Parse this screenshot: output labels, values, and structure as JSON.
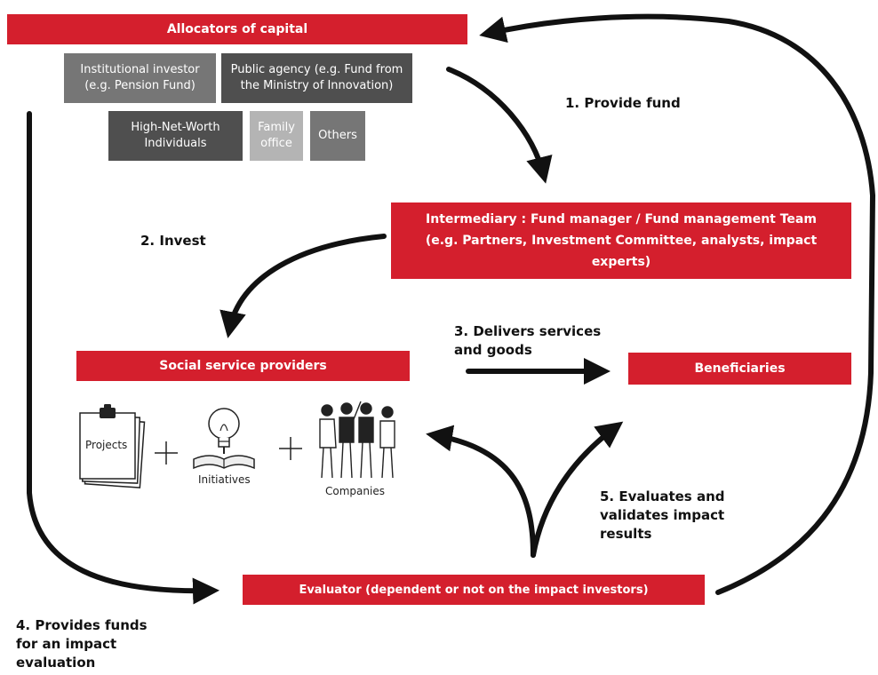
{
  "boxes": {
    "allocators": "Allocators of capital",
    "intermediary": "Intermediary : Fund manager / Fund management Team (e.g. Partners, Investment Committee, analysts, impact experts)",
    "social_providers": "Social service providers",
    "beneficiaries": "Beneficiaries",
    "evaluator": "Evaluator (dependent or not on the impact investors)"
  },
  "investors": {
    "institutional": "Institutional investor\n(e.g. Pension Fund)",
    "public_agency": "Public agency (e.g. Fund from\nthe Ministry of Innovation)",
    "hnwi": "High-Net-Worth\nIndividuals",
    "family_office": "Family\noffice",
    "others": "Others"
  },
  "steps": {
    "step1": "1. Provide fund",
    "step2": "2. Invest",
    "step3": "3. Delivers services\nand goods",
    "step4": "4. Provides funds\nfor an impact\nevaluation",
    "step5": "5. Evaluates and\nvalidates impact\nresults"
  },
  "icons": {
    "projects_label": "Projects",
    "initiatives_label": "Initiatives",
    "companies_label": "Companies"
  },
  "colors": {
    "accent_red": "#d41f2d",
    "grey_mid": "#767676",
    "grey_dark": "#4f4f4f",
    "grey_light": "#b4b4b4"
  }
}
